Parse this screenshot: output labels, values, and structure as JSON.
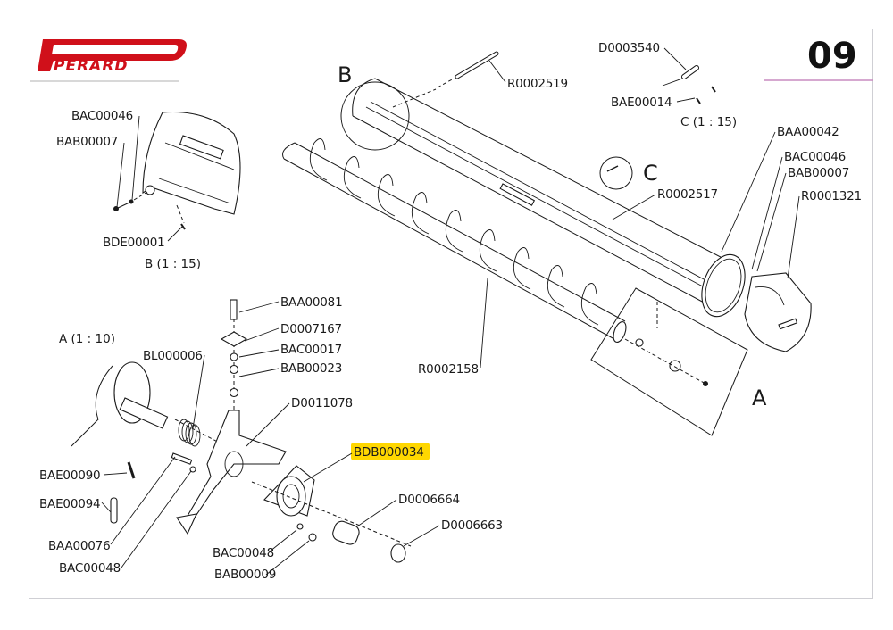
{
  "header": {
    "brand": "PERARD",
    "brand_color": "#d0101a",
    "page_number": "09",
    "separator_color": "#c88cc0"
  },
  "views": {
    "main_A_tag": "A",
    "main_B_tag": "B",
    "main_C_tag": "C",
    "detail_A_scale": "A  (1 : 10)",
    "detail_B_scale": "B  (1 : 15)",
    "detail_C_scale": "C  (1 : 15)"
  },
  "highlight": {
    "part": "BDB000034",
    "color": "#ffd700"
  },
  "parts": {
    "detail_b": [
      "BAC00046",
      "BAB00007",
      "BDE00001"
    ],
    "detail_c": [
      "D0003540",
      "BAE00014"
    ],
    "main": [
      "R0002519",
      "R0002517",
      "R0002158",
      "BAA00042",
      "BAC00046",
      "BAB00007",
      "R0001321"
    ],
    "detail_a": [
      "BAA00081",
      "D0007167",
      "BAC00017",
      "BAB00023",
      "BL000006",
      "D0011078",
      "BDB000034",
      "BAE00090",
      "BAE00094",
      "D0006664",
      "D0006663",
      "BAA00076",
      "BAC00048",
      "BAC00048",
      "BAB00009"
    ]
  }
}
